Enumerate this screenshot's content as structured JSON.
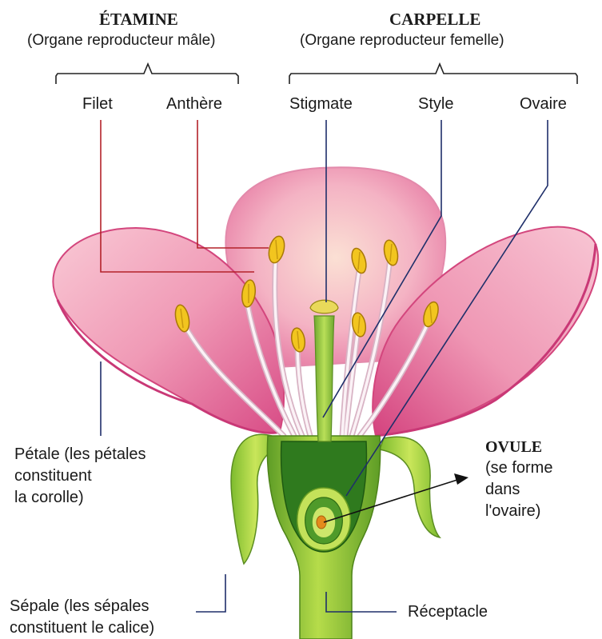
{
  "groups": {
    "stamen": {
      "title": "ÉTAMINE",
      "subtitle": "(Organe reproducteur mâle)"
    },
    "carpel": {
      "title": "CARPELLE",
      "subtitle": "(Organe reproducteur femelle)"
    }
  },
  "labels": {
    "filet": "Filet",
    "anthere": "Anthère",
    "stigmate": "Stigmate",
    "style": "Style",
    "ovaire": "Ovaire",
    "receptacle": "Réceptacle"
  },
  "petale": {
    "lines": [
      "Pétale (les pétales",
      "constituent",
      "la corolle)"
    ]
  },
  "sepale": {
    "lines": [
      "Sépale (les sépales",
      "constituent le calice)"
    ]
  },
  "ovule": {
    "title": "OVULE",
    "lines": [
      "(se forme",
      "dans",
      "l'ovaire)"
    ]
  },
  "colors": {
    "petal": "#f3a6c2",
    "petal_edge": "#d9477e",
    "stamen_filament": "#f4e6ec",
    "anther": "#f1c21f",
    "pistil": "#7fb83a",
    "ovary_dark": "#2f7a1e",
    "sepal": "#9fcf3f",
    "ovule": "#e08a1e"
  }
}
